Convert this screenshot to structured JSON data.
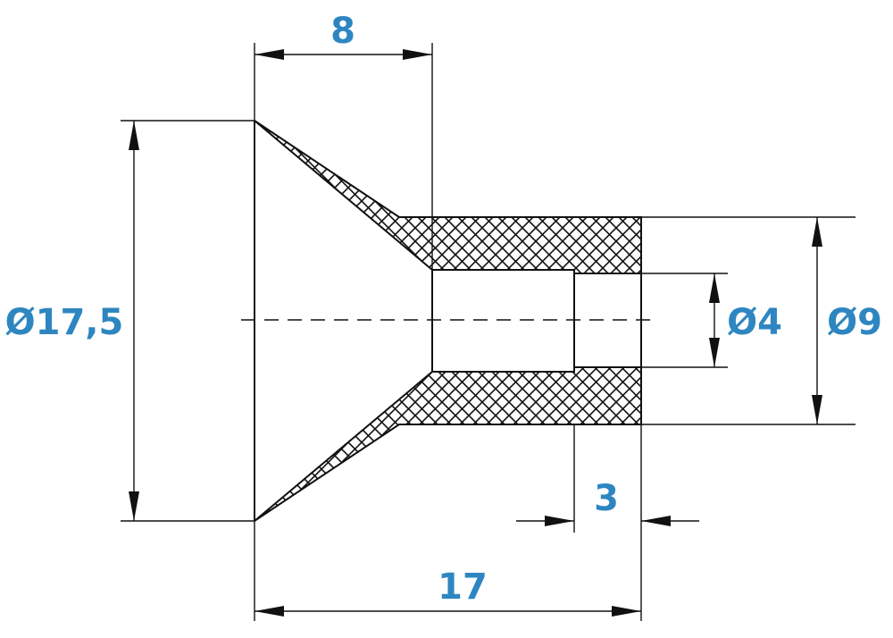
{
  "diagram": {
    "label_color": "#2e86c1",
    "line_color": "#111111",
    "fill_pattern": "crosshatch",
    "dimensions": {
      "length_top": "8",
      "outer_diameter_large": "Ø17,5",
      "bore_diameter": "Ø4",
      "outer_diameter_small": "Ø9",
      "step_length": "3",
      "total_length": "17"
    }
  }
}
